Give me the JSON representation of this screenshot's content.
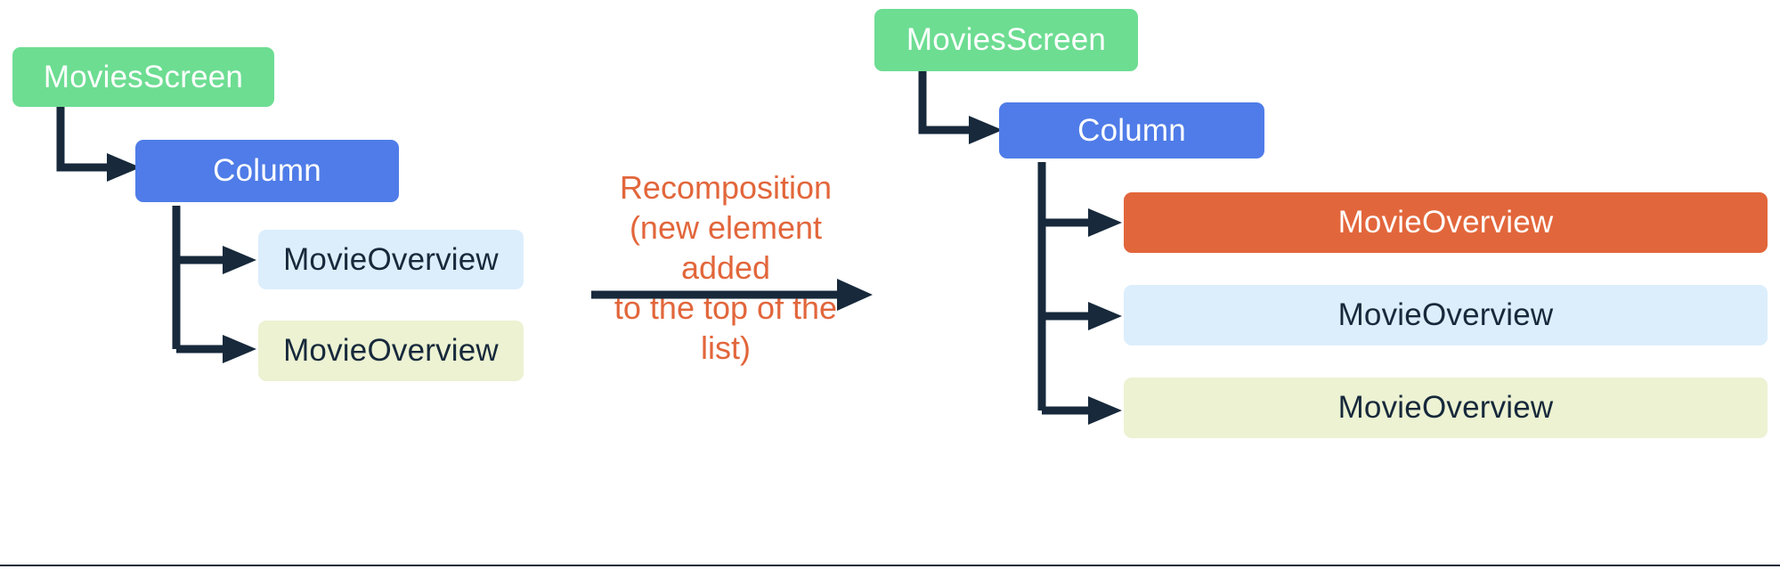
{
  "diagram": {
    "title_text": "Recomposition\n(new element added\nto the top of the list)",
    "colors": {
      "green": "#6ddd92",
      "blue": "#4f7ce8",
      "orange": "#e2663b",
      "light_blue": "#dceefc",
      "light_green": "#ecf2d2",
      "arrow_dark": "#17293b",
      "white_text": "#ffffff",
      "dark_text": "#17293b",
      "background": "#ffffff"
    },
    "before": {
      "root": {
        "label": "MoviesScreen"
      },
      "column": {
        "label": "Column"
      },
      "children": [
        {
          "label": "MovieOverview"
        },
        {
          "label": "MovieOverview"
        }
      ]
    },
    "after": {
      "root": {
        "label": "MoviesScreen"
      },
      "column": {
        "label": "Column"
      },
      "children": [
        {
          "label": "MovieOverview"
        },
        {
          "label": "MovieOverview"
        },
        {
          "label": "MovieOverview"
        }
      ]
    }
  }
}
